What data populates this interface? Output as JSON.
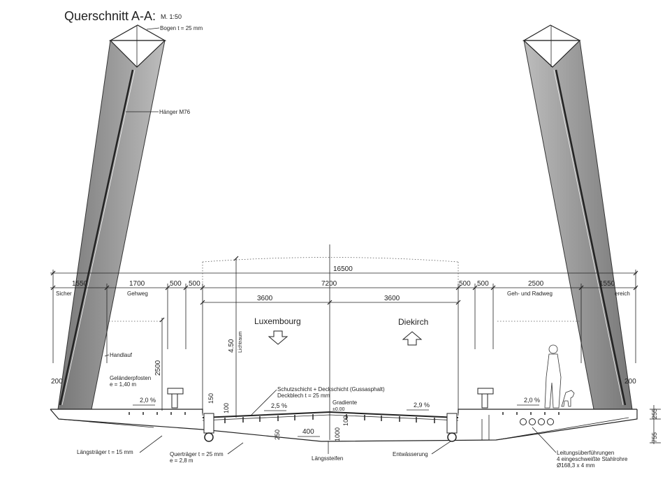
{
  "title": "Querschnitt A-A:",
  "scale": "M. 1:50",
  "labels": {
    "bogen": "Bogen t = 25 mm",
    "haenger": "Hänger M76",
    "handlauf": "Handlauf",
    "gelaender_1": "Geländerpfosten",
    "gelaender_2": "e = 1,40 m",
    "laengstraeger": "Längsträger t = 15 mm",
    "quertraeger_1": "Querträger t = 25 mm",
    "quertraeger_2": "e = 2,8 m",
    "laengssteifen": "Längssteifen",
    "entwaesserung": "Entwässerung",
    "schutzschicht": "Schutzschicht + Deckschicht (Gussasphalt)",
    "deckblech": "Deckblech t = 25 mm",
    "gradiente": "Gradiente",
    "gradiente_level": "±0.00",
    "leitung_1": "Leitungsüberführungen",
    "leitung_2": "4 eingeschweißte Stahlrohre",
    "leitung_3": "Ø168,3 x 4 mm",
    "lichtraum": "Lichtraum",
    "luxembourg": "Luxembourg",
    "diekirch": "Diekirch",
    "gehweg": "Gehweg",
    "geh_radweg": "Geh- und Radweg",
    "sicher": "Sicher",
    "ereich": "ereich"
  },
  "dimensions": {
    "total": "16500",
    "left_1550": "1550",
    "left_1700": "1700",
    "left_500a": "500",
    "left_500b": "500",
    "center": "7200",
    "right_500a": "500",
    "right_500b": "500",
    "right_2500": "2500",
    "right_1550": "1550",
    "lane_left": "3600",
    "lane_right": "3600",
    "clearance": "4.50",
    "h2500": "2500",
    "left_200": "200",
    "right_200": "200",
    "d150": "150",
    "d100a": "100",
    "d100b": "100",
    "d250": "250",
    "d400": "400",
    "d1000": "1000",
    "d255": "255",
    "d755": "755"
  },
  "slopes": {
    "left_walk": "2,0 %",
    "left_road": "2,5 %",
    "right_road": "2,9 %",
    "right_walk": "2,0 %"
  }
}
